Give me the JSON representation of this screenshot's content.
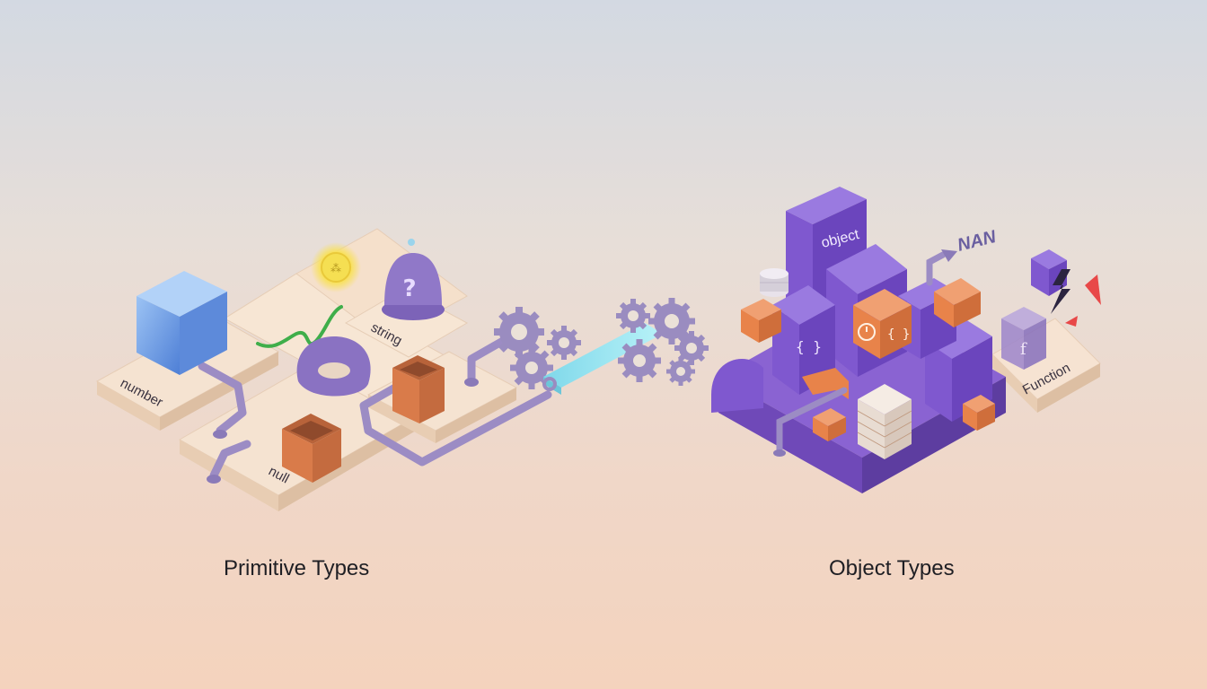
{
  "captions": {
    "left": "Primitive Types",
    "right": "Object Types"
  },
  "labels": {
    "number": "number",
    "string": "string",
    "null": "null",
    "object": "object",
    "nan": "NAN",
    "function": "Function",
    "function_glyph": "f",
    "braces": "{ }"
  },
  "icons": [
    "cube-icon",
    "question-bell-icon",
    "coin-icon",
    "wave-line-icon",
    "ring-blob-icon",
    "box-icon",
    "gear-icon",
    "lightning-icon",
    "database-icon",
    "server-stack-icon",
    "clock-icon"
  ],
  "colors": {
    "primitive_tile": "#f3dcc6",
    "object_purple": "#7a55c9",
    "accent_orange": "#e8834a",
    "cube_blue": "#6f9fe6",
    "pipe": "#9c8cc4",
    "link_cyan": "#8fe3ef",
    "wave_green": "#3fae4a"
  }
}
